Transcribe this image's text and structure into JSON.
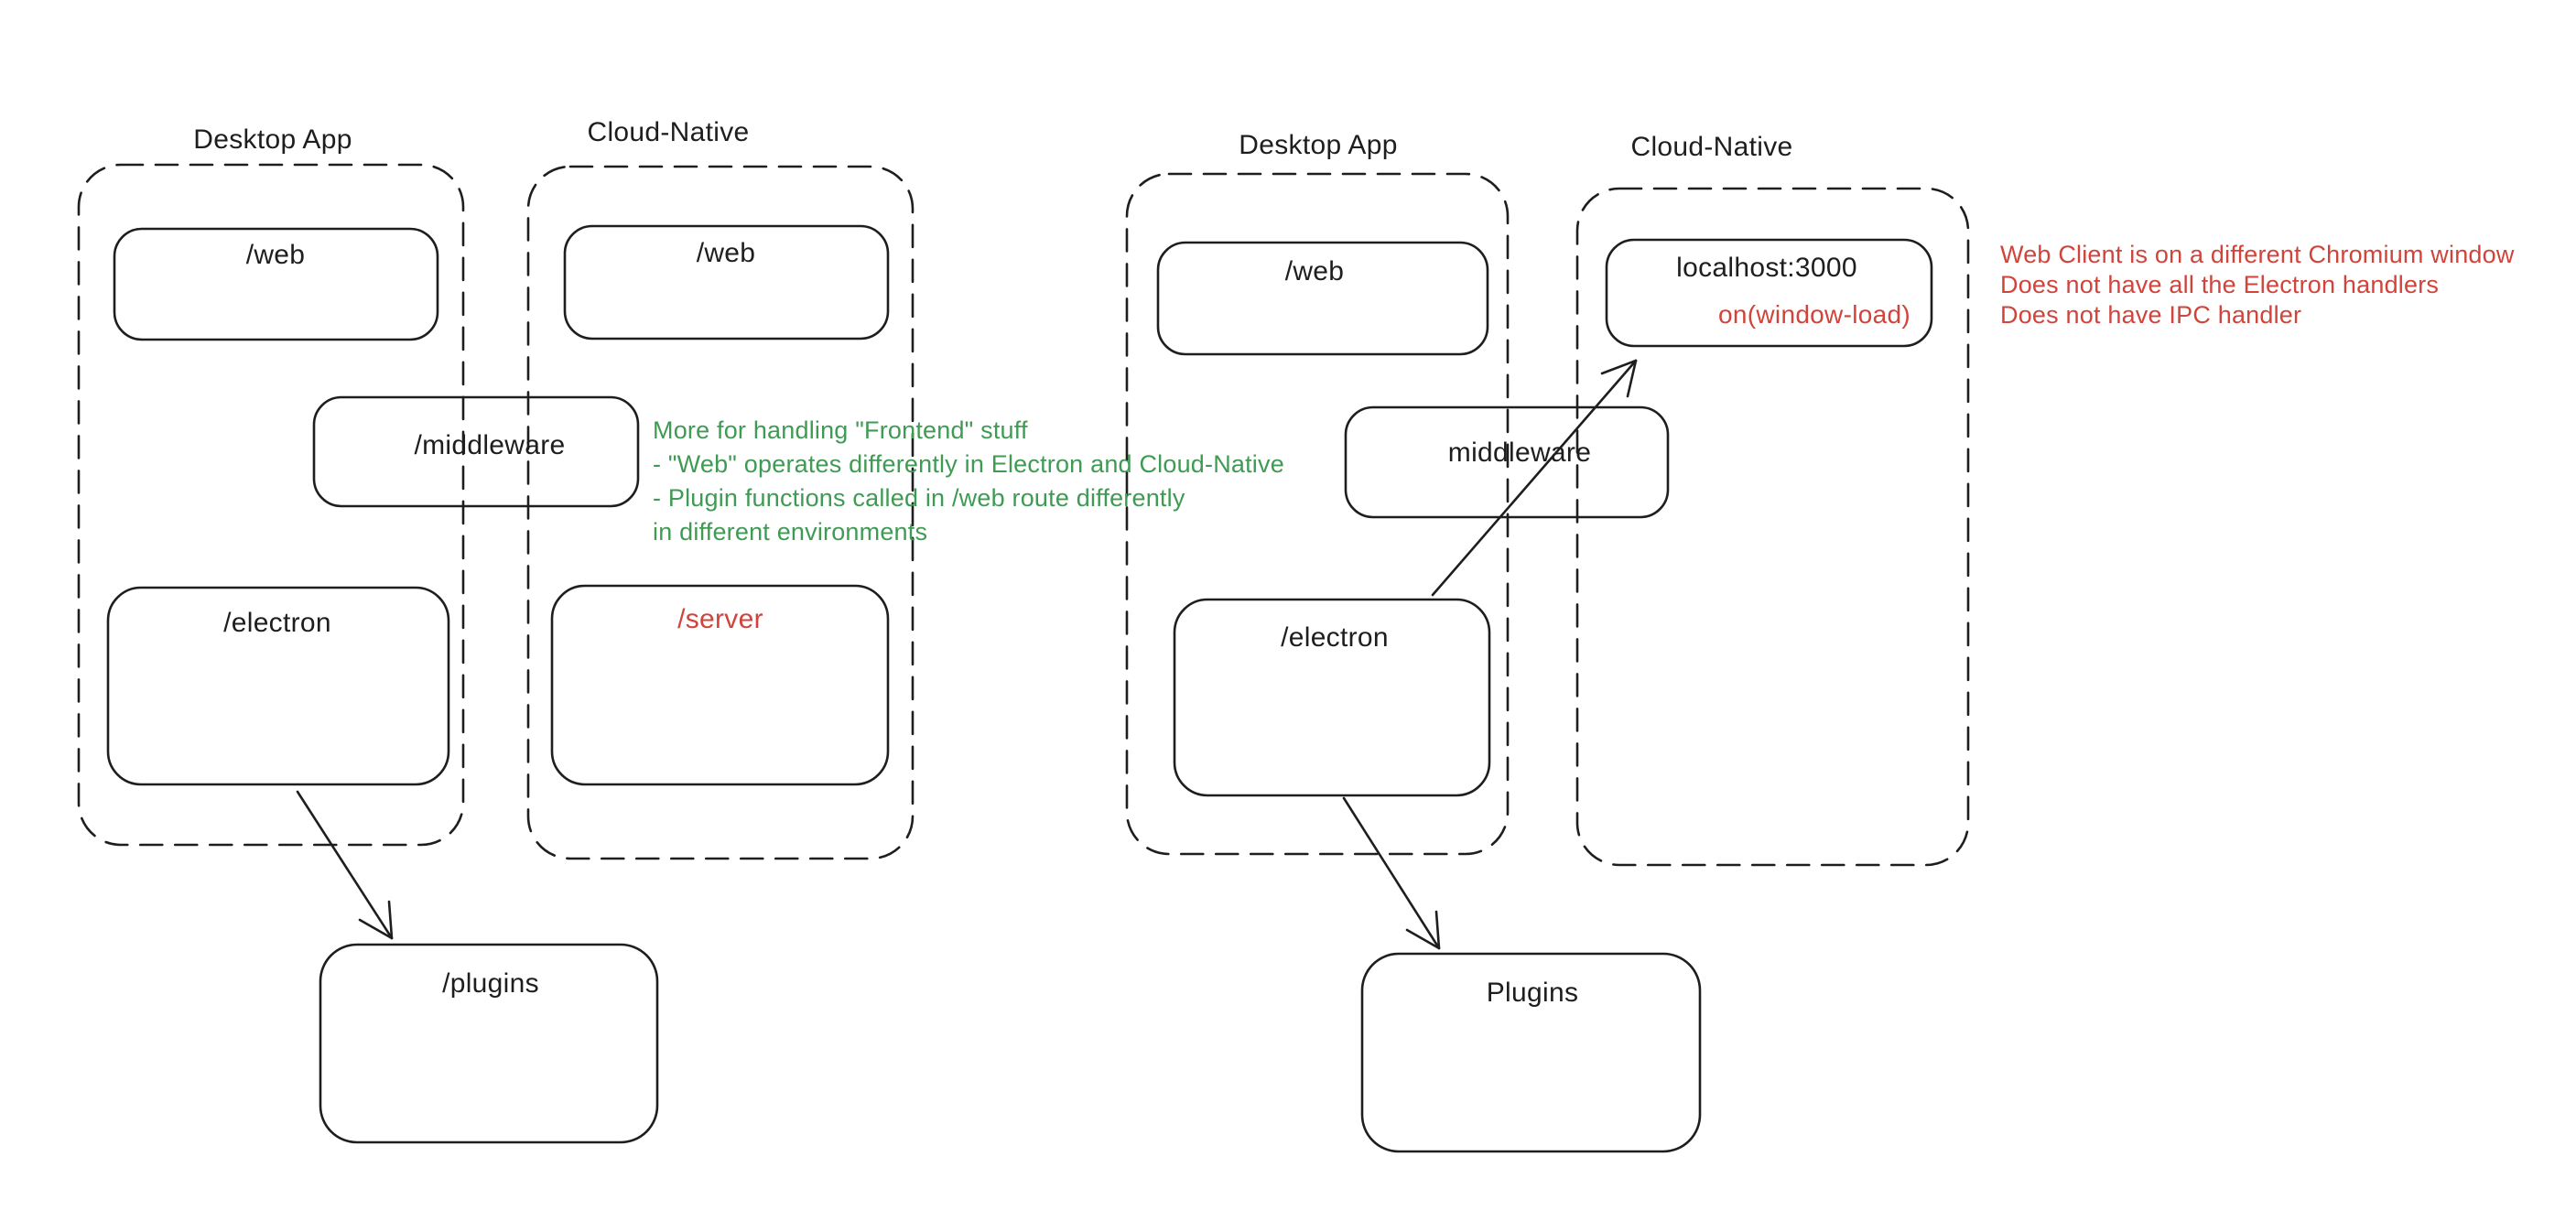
{
  "canvas": {
    "background": "#ffffff",
    "ink_color": "#1e1e1e",
    "red_color": "#d0443c",
    "green_color": "#3f9b54"
  },
  "diagram_left": {
    "desktop": {
      "title": "Desktop App",
      "web_label": "/web",
      "electron_label": "/electron"
    },
    "cloud": {
      "title": "Cloud-Native",
      "web_label": "/web",
      "server_label": "/server"
    },
    "middleware_label": "/middleware",
    "plugins_label": "/plugins",
    "green_note": {
      "lines": [
        "More for handling \"Frontend\" stuff",
        "- \"Web\" operates differently in Electron and Cloud-Native",
        "- Plugin functions called in /web route differently",
        "in different environments"
      ]
    },
    "arrows": [
      {
        "from": "/electron",
        "to": "/plugins"
      }
    ]
  },
  "diagram_right": {
    "desktop": {
      "title": "Desktop App",
      "web_label": "/web",
      "electron_label": "/electron"
    },
    "cloud": {
      "title": "Cloud-Native",
      "localhost_label": "localhost:3000",
      "event_label": "on(window-load)"
    },
    "middleware_label": "middleware",
    "plugins_label": "Plugins",
    "red_note": {
      "lines": [
        "Web Client is on a different Chromium window",
        "Does not have all the Electron handlers",
        "Does not have IPC handler"
      ]
    },
    "arrows": [
      {
        "from": "/electron",
        "to": "localhost:3000"
      },
      {
        "from": "/electron",
        "to": "Plugins"
      }
    ]
  }
}
